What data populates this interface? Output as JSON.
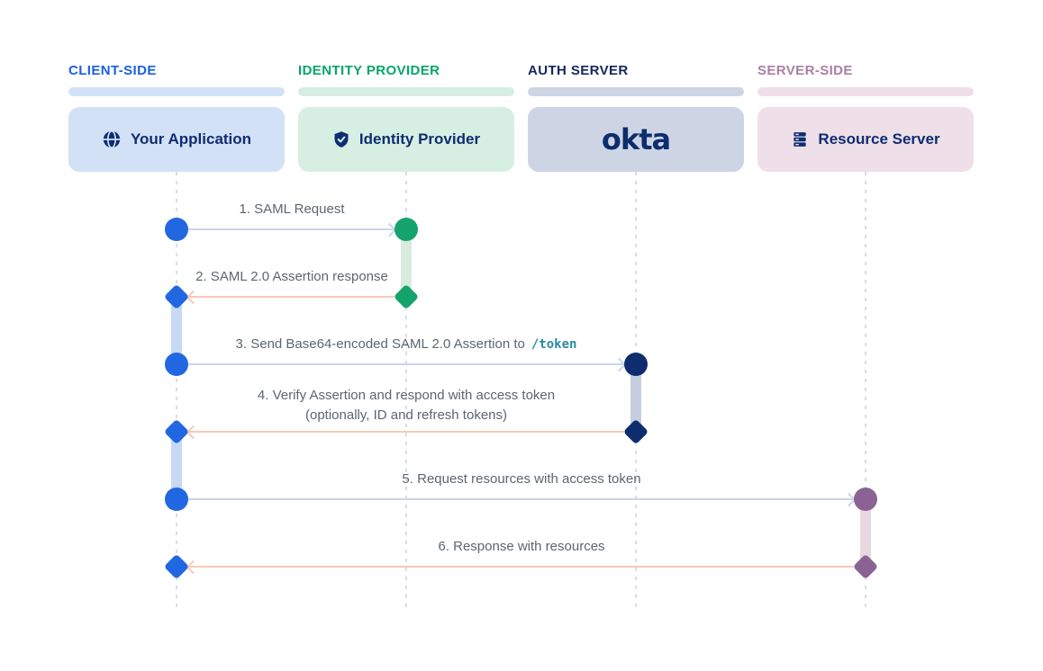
{
  "lanes": [
    {
      "heading": "CLIENT-SIDE",
      "card_label": "Your Application",
      "icon": "globe-icon",
      "heading_color": "#1b5fe8",
      "tint_color": "#d3e1f7",
      "node_color": "#2167e2",
      "activation_color": "#c7d9f5"
    },
    {
      "heading": "IDENTITY PROVIDER",
      "card_label": "Identity Provider",
      "icon": "shield-check-icon",
      "heading_color": "#07a568",
      "tint_color": "#d7eee2",
      "node_color": "#15a36c",
      "activation_color": "#d7ecdf"
    },
    {
      "heading": "AUTH SERVER",
      "card_label": "okta",
      "icon": "okta-logo",
      "heading_color": "#14275c",
      "tint_color": "#cdd5e5",
      "node_color": "#0d2d6e",
      "activation_color": "#c5cedf"
    },
    {
      "heading": "SERVER-SIDE",
      "card_label": "Resource Server",
      "icon": "server-icon",
      "heading_color": "#ab7fa6",
      "tint_color": "#efdfe8",
      "node_color": "#8a6394",
      "activation_color": "#e9d7e0"
    }
  ],
  "messages": [
    {
      "label": "1. SAML Request",
      "from": "Your Application",
      "to": "Identity Provider",
      "direction": "right"
    },
    {
      "label": "2. SAML 2.0 Assertion response",
      "from": "Identity Provider",
      "to": "Your Application",
      "direction": "left"
    },
    {
      "label": "3. Send Base64-encoded SAML 2.0 Assertion to",
      "code": "/token",
      "from": "Your Application",
      "to": "okta",
      "direction": "right"
    },
    {
      "label": "4. Verify Assertion and respond with access token",
      "line2": "(optionally, ID and refresh tokens)",
      "from": "okta",
      "to": "Your Application",
      "direction": "left"
    },
    {
      "label": "5. Request resources with access token",
      "from": "Your Application",
      "to": "Resource Server",
      "direction": "right"
    },
    {
      "label": "6. Response with resources",
      "from": "Resource Server",
      "to": "Your Application",
      "direction": "left"
    }
  ],
  "style": {
    "arrow_right_color": "#c9d4ec",
    "arrow_left_color": "#f6c9ba",
    "lifeline_color": "#d9dde3",
    "message_text_color": "#5c6670",
    "code_color": "#2b8a9d",
    "card_text_color": "#0e2d72"
  }
}
